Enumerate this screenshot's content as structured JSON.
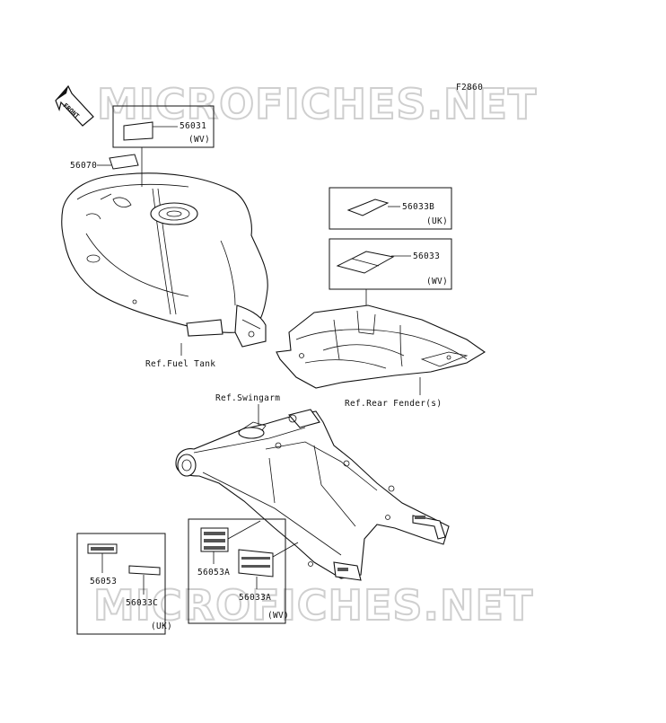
{
  "figure_code": "F2860",
  "watermark": "MICROFICHES.NET",
  "front_arrow_label": "FRONT",
  "parts": {
    "p56031": "56031",
    "p56031_variant": "(WV)",
    "p56070": "56070",
    "p56033B": "56033B",
    "p56033B_variant": "(UK)",
    "p56033": "56033",
    "p56033_variant": "(WV)",
    "p56053": "56053",
    "p56033C": "56033C",
    "group_uk_variant": "(UK)",
    "p56053A": "56053A",
    "p56033A": "56033A",
    "group_wv_variant": "(WV)"
  },
  "references": {
    "fuel_tank": "Ref.Fuel Tank",
    "rear_fender": "Ref.Rear Fender(s)",
    "swingarm": "Ref.Swingarm"
  }
}
